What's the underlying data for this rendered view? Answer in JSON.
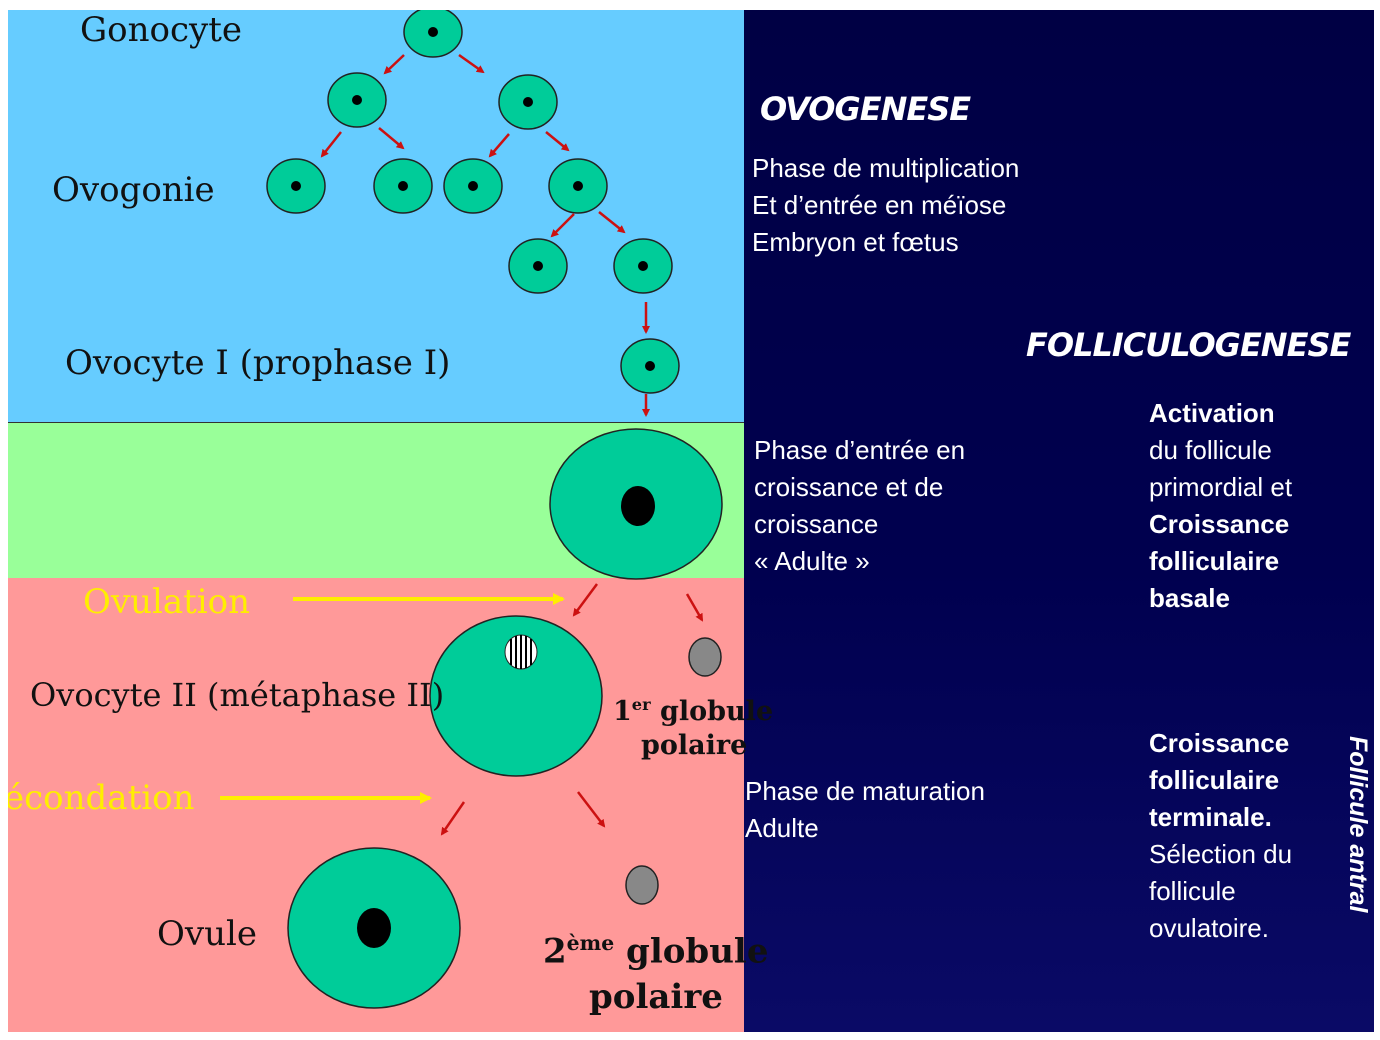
{
  "colors": {
    "blue_band": "#66ccff",
    "green_band": "#99ff99",
    "red_band": "#ff9999",
    "dark_panel": "#000044",
    "cell_fill": "#00cc99",
    "arrow_red": "#cc1111",
    "arrow_yellow": "#ffee00",
    "polar_body": "#888888"
  },
  "labels": {
    "gonocyte": "Gonocyte",
    "ovogonie": "Ovogonie",
    "ovocyte1": "Ovocyte I (prophase I)",
    "ovulation": "Ovulation",
    "ovocyte2": "Ovocyte II (métaphase II)",
    "fecondation": "écondation",
    "ovule": "Ovule",
    "first_polar_sup": "1",
    "first_polar_sup_exp": "er",
    "first_polar_word": "globule",
    "first_polar_line2": "polaire",
    "second_polar_sup": "2",
    "second_polar_sup_exp": "ème",
    "second_polar_word": "globule",
    "second_polar_line2": "polaire"
  },
  "right_panel": {
    "ovogenese_title": "OVOGENESE",
    "ovogenese_lines": [
      "Phase de multiplication",
      "Et d’entrée en méïose",
      "Embryon et fœtus"
    ],
    "folliculogenese_title": "FOLLICULOGENESE",
    "croissance_lines": [
      "Phase d’entrée en",
      "croissance et de",
      "croissance",
      "« Adulte »"
    ],
    "activation": {
      "l1": "Activation",
      "l2": "du follicule",
      "l3": "primordial  et",
      "l4": "Croissance",
      "l5": "folliculaire",
      "l6": "basale"
    },
    "maturation_lines": [
      "Phase de maturation",
      "Adulte"
    ],
    "terminale": {
      "l1": "Croissance",
      "l2": "folliculaire",
      "l3": "terminale.",
      "l4": "Sélection du",
      "l5": "follicule",
      "l6": "ovulatoire."
    },
    "vertical_label": "Follicule antral"
  }
}
